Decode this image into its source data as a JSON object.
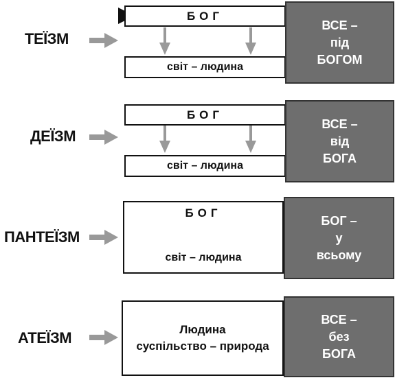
{
  "rows": [
    {
      "label": "ТЕЇЗМ",
      "top_box": "БОГ",
      "bottom_box": "світ – людина",
      "side": [
        "ВСЕ –",
        "під",
        "БОГОМ"
      ]
    },
    {
      "label": "ДЕЇЗМ",
      "top_box": "БОГ",
      "bottom_box": "світ – людина",
      "side": [
        "ВСЕ –",
        "від",
        "БОГА"
      ]
    },
    {
      "label": "ПАНТЕЇЗМ",
      "top_box": "БОГ",
      "bottom_box": "світ – людина",
      "side": [
        "БОГ –",
        "у",
        "всьому"
      ]
    },
    {
      "label": "АТЕЇЗМ",
      "lines": [
        "Людина",
        "суспільство – природа"
      ],
      "side": [
        "ВСЕ –",
        "без",
        "БОГА"
      ]
    }
  ],
  "colors": {
    "arrow_grey": "#999999",
    "panel_grey": "#6e6e6e",
    "ink": "#111111"
  }
}
